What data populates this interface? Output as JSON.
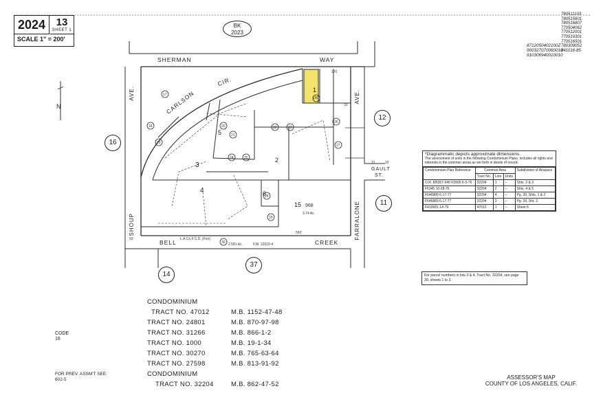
{
  "header": {
    "book": "2024",
    "page": "13",
    "sheet": "SHEET 1",
    "scale": "SCALE 1\" = 200'"
  },
  "bk_circle": {
    "label": "BK",
    "number": "2023"
  },
  "top_codes": [
    "780511103",
    "780515601",
    "780516807",
    "770504062",
    "770512001",
    "770519301",
    "770516501",
    "780309052",
    "841018-85"
  ],
  "right_codes": [
    "8712050402100Z",
    "900327070060010",
    "910306940010010"
  ],
  "streets": {
    "north": "SHERMAN",
    "north2": "WAY",
    "south": "BELL",
    "south2": "CREEK",
    "west": "SHOUP",
    "west_ave": "AVE.",
    "east": "FARRALONE",
    "east_ave": "AVE.",
    "curve": "CARLSON",
    "curve2": "CIR.",
    "gault": "GAULT",
    "gault_st": "ST."
  },
  "adjacent_pages": {
    "west": "16",
    "east_top": "12",
    "east_bottom": "11",
    "south": "37",
    "southwest": "14"
  },
  "lots": {
    "lot1": "1",
    "lot2": "2",
    "lot3": "3",
    "lot4": "4",
    "lot5": "5",
    "lot6": "6",
    "lot15": "15"
  },
  "parcels": [
    "17",
    "18",
    "19",
    "20",
    "21",
    "22",
    "23",
    "24",
    "25",
    "26",
    "27",
    "28",
    "29",
    "30",
    "31",
    "32",
    "33"
  ],
  "condo_table": {
    "note_title": "*Diagrammatic depicts approximate dimensions.",
    "note_body": "The assessment of units in the following Condominium Plans, includes all rights and interests in the common areas as set forth in deeds of record.",
    "headers": [
      "Condominium Plan Reference",
      "Tract No.",
      "Lots",
      "Units",
      "Subdivision of Airspace"
    ],
    "common_area": "Common Area",
    "rows": [
      [
        "O.R. M5357-940 F3905 6-3-76",
        "32204",
        "1",
        "--",
        "Shts. 2 & 3"
      ],
      [
        "F6345 10-28-76",
        "32204",
        "2",
        "--",
        "Shts. 4 & 5"
      ],
      [
        "F646889 6-17-77",
        "32204",
        "4",
        "--",
        "Pg. 39, Shts. 1 & 2"
      ],
      [
        "F646889 6-17-77",
        "32204",
        "3",
        "--",
        "Pg. 39, Sht. 3"
      ],
      [
        "F410681-14-79",
        "47012",
        "1",
        "--",
        "Sheet 6"
      ]
    ]
  },
  "parcel_note": "For parcel numbers in lots 3 & 4, Tract No. 32204, see page 39, sheets 1 to 3.",
  "tracts": [
    {
      "left": "CONDOMINIUM",
      "right": ""
    },
    {
      "left": "TRACT NO. 47012",
      "right": "M.B. 1152-47-48"
    },
    {
      "left": "TRACT NO. 24801",
      "right": "M.B. 870-97-98"
    },
    {
      "left": "TRACT NO. 31266",
      "right": "M.B. 866-1-2"
    },
    {
      "left": "TRACT NO. 1000",
      "right": "M.B. 19-1-34"
    },
    {
      "left": "TRACT NO. 30270",
      "right": "M.B. 765-63-64"
    },
    {
      "left": "TRACT NO. 27598",
      "right": "M.B. 813-91-92"
    },
    {
      "left": "CONDOMINIUM",
      "right": ""
    },
    {
      "left": "TRACT NO. 32204",
      "right": "M.B. 862-47-52"
    }
  ],
  "code": {
    "label": "CODE",
    "value": "16"
  },
  "prev": {
    "label": "FOR PREV. ASSM'T SEE:",
    "value": "602-5"
  },
  "footer": {
    "line1": "ASSESSOR'S MAP",
    "line2": "COUNTY OF LOS ANGELES, CALIF."
  },
  "map_labels": {
    "fm": "F.M. 12020-4",
    "lacd": "L.A.Co.F.C.D. (Fee)",
    "d1": "550'",
    "d2": "170",
    "d3": "93",
    "n": "N",
    "ac1": "2.581 Ac.",
    "ac15": "3.74 Ac.",
    "lot15_area": "968",
    "hl_parcel": "190"
  },
  "colors": {
    "highlight": "#f3e36a",
    "line": "#2b2b2b"
  }
}
